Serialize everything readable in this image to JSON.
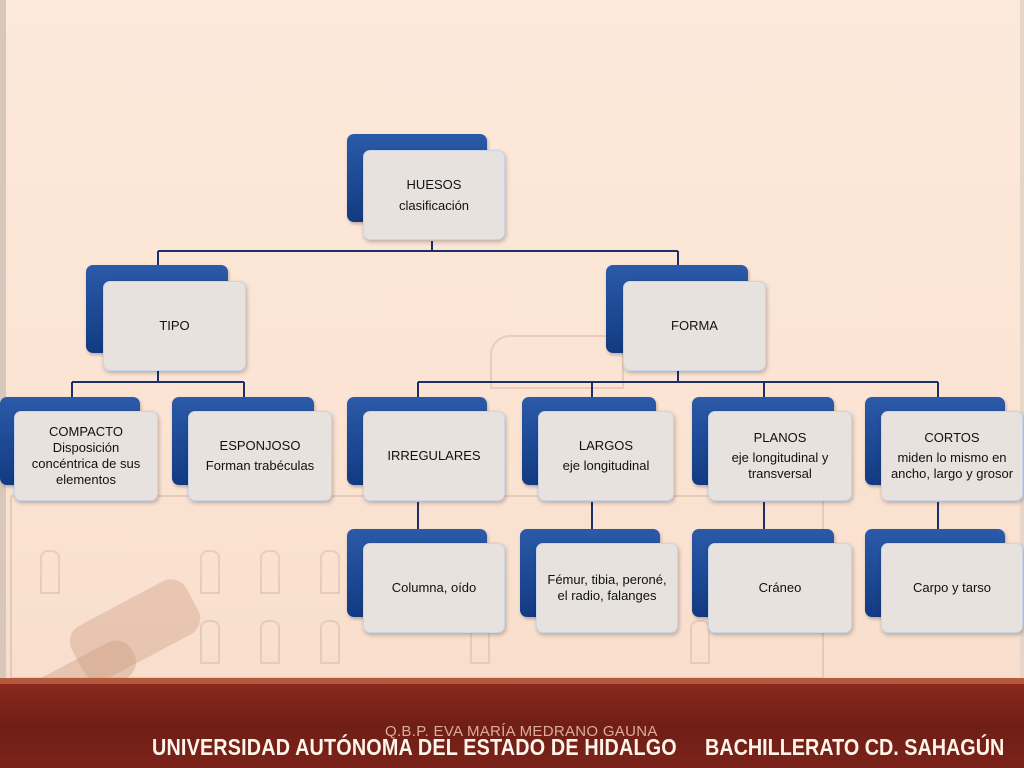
{
  "diagram": {
    "root": {
      "line1": "HUESOS",
      "line2": "clasificación"
    },
    "tipo": {
      "label": "TIPO"
    },
    "forma": {
      "label": "FORMA"
    },
    "compacto": {
      "line1": "COMPACTO",
      "line2": "Disposición concéntrica de sus elementos"
    },
    "esponjoso": {
      "line1": "ESPONJOSO",
      "line2": "Forman trabéculas"
    },
    "irregulares": {
      "label": "IRREGULARES"
    },
    "largos": {
      "line1": "LARGOS",
      "line2": "eje longitudinal"
    },
    "planos": {
      "line1": "PLANOS",
      "line2": "eje longitudinal y transversal"
    },
    "cortos": {
      "line1": "CORTOS",
      "line2": "miden lo mismo en ancho, largo y grosor"
    },
    "irregulares_ex": {
      "label": "Columna, oído"
    },
    "largos_ex": {
      "label": "Fémur, tibia, peroné, el radio, falanges"
    },
    "planos_ex": {
      "label": "Cráneo"
    },
    "cortos_ex": {
      "label": "Carpo y tarso"
    }
  },
  "footer": {
    "author": "Q.B.P. EVA MARÍA MEDRANO GAUNA",
    "university": "UNIVERSIDAD AUTÓNOMA DEL ESTADO DE HIDALGO",
    "campus": "BACHILLERATO CD. SAHAGÚN"
  },
  "colors": {
    "node_back": "#1a4591",
    "node_front": "#e7e2de",
    "connector": "#1c2f6b",
    "footer": "#7b231a"
  }
}
